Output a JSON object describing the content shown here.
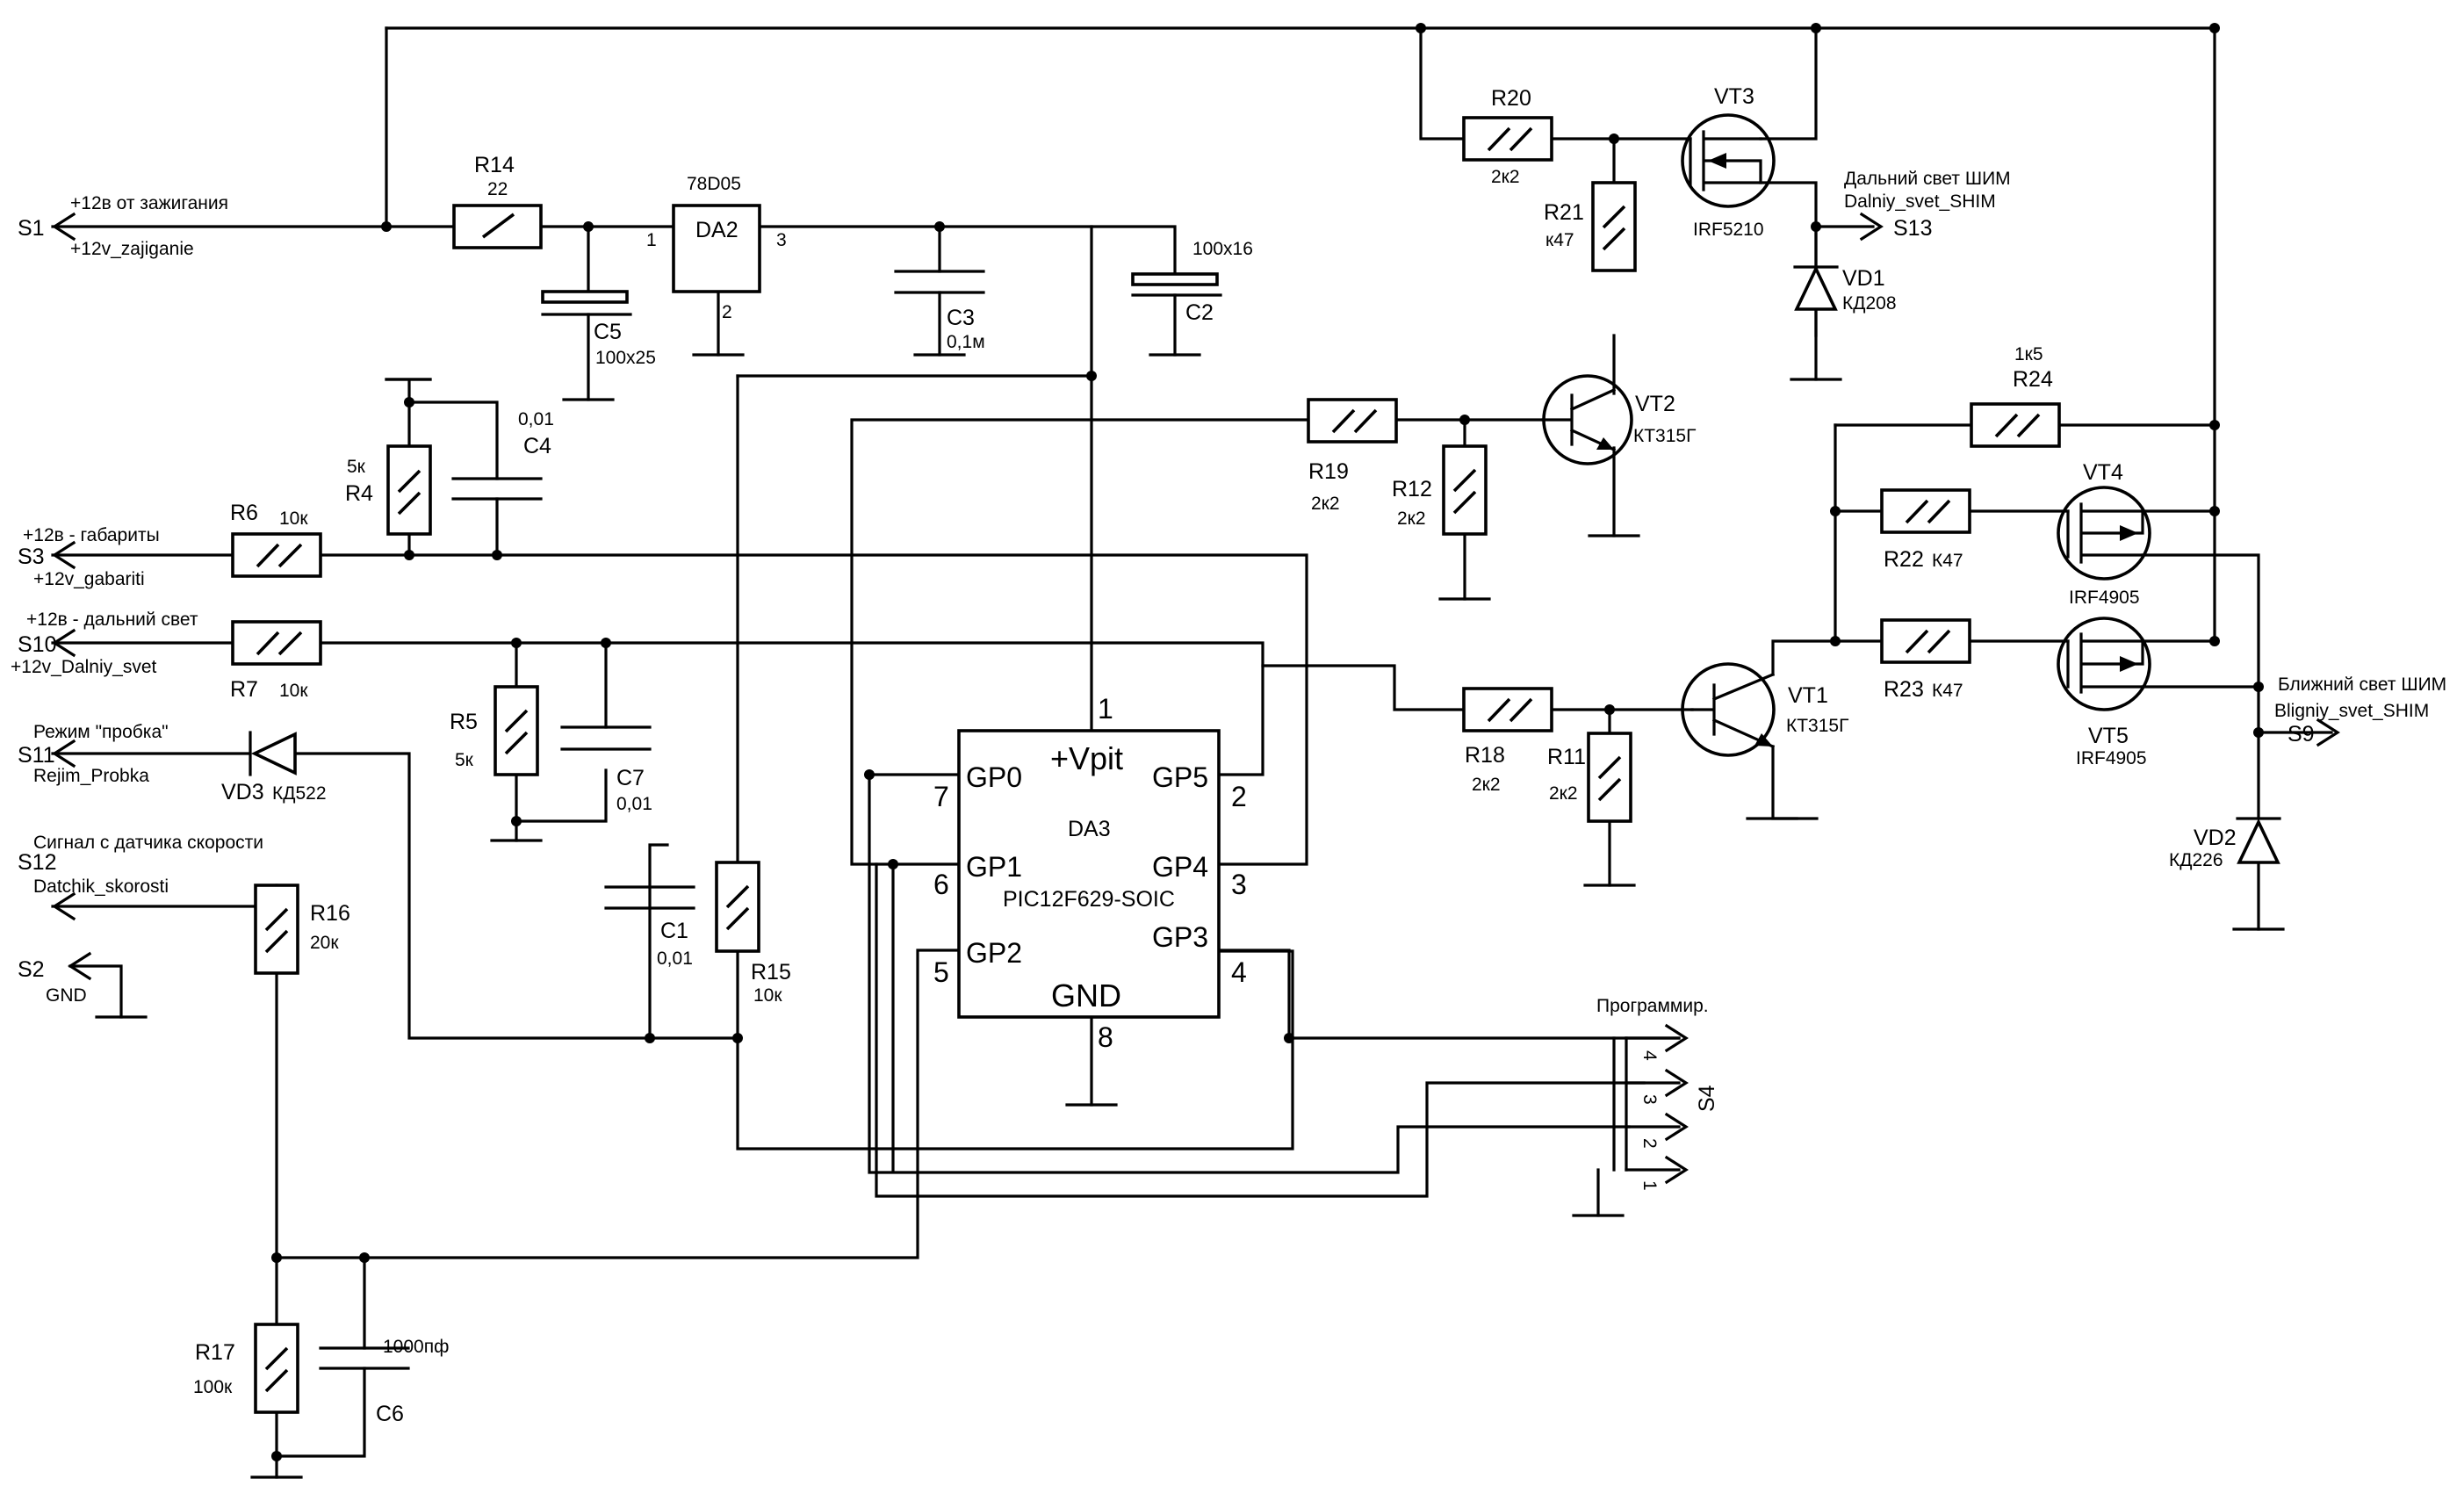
{
  "connectors": {
    "s1": {
      "name": "S1",
      "line1": "+12в от зажигания",
      "line2": "+12v_zajiganie"
    },
    "s3": {
      "name": "S3",
      "line1": "+12в - габариты",
      "line2": "+12v_gabariti"
    },
    "s10": {
      "name": "S10",
      "line1": "+12в - дальний свет",
      "line2": "+12v_Dalniy_svet"
    },
    "s11": {
      "name": "S11",
      "line1": "Режим \"пробка\"",
      "line2": "Rejim_Probka"
    },
    "s12": {
      "name": "S12",
      "line1": "Сигнал с датчика скорости",
      "line2": "Datchik_skorosti"
    },
    "s2": {
      "name": "S2",
      "line1": "GND"
    },
    "s13": {
      "name": "S13",
      "line1": "Дальний свет ШИМ",
      "line2": "Dalniy_svet_SHIM"
    },
    "s9": {
      "name": "S9",
      "line1": "Ближний свет ШИМ",
      "line2": "Bligniy_svet_SHIM"
    },
    "s4": {
      "name": "S4",
      "title": "Программир.",
      "pins": [
        "4",
        "3",
        "2",
        "1"
      ]
    }
  },
  "resistors": {
    "r14": {
      "ref": "R14",
      "value": "22"
    },
    "r4": {
      "ref": "R4",
      "value": "5к"
    },
    "r6": {
      "ref": "R6",
      "value": "10к"
    },
    "r7": {
      "ref": "R7",
      "value": "10к"
    },
    "r5": {
      "ref": "R5",
      "value": "5к"
    },
    "r15": {
      "ref": "R15",
      "value": "10к"
    },
    "r16": {
      "ref": "R16",
      "value": "20к"
    },
    "r17": {
      "ref": "R17",
      "value": "100к"
    },
    "r19": {
      "ref": "R19",
      "value": "2к2"
    },
    "r12": {
      "ref": "R12",
      "value": "2к2"
    },
    "r20": {
      "ref": "R20",
      "value": "2к2"
    },
    "r21": {
      "ref": "R21",
      "value": "к47"
    },
    "r18": {
      "ref": "R18",
      "value": "2к2"
    },
    "r11": {
      "ref": "R11",
      "value": "2к2"
    },
    "r24": {
      "ref": "R24",
      "value": "1к5"
    },
    "r22": {
      "ref": "R22",
      "value": "К47"
    },
    "r23": {
      "ref": "R23",
      "value": "К47"
    }
  },
  "capacitors": {
    "c5": {
      "ref": "C5",
      "value": "100х25"
    },
    "c3": {
      "ref": "C3",
      "value": "0,1м"
    },
    "c2": {
      "ref": "C2",
      "value": "100х16"
    },
    "c4": {
      "ref": "C4",
      "value": "0,01"
    },
    "c7": {
      "ref": "C7",
      "value": "0,01"
    },
    "c1": {
      "ref": "C1",
      "value": "0,01"
    },
    "c6": {
      "ref": "C6",
      "value": "1000пф"
    }
  },
  "diodes": {
    "vd3": {
      "ref": "VD3",
      "value": "КД522"
    },
    "vd1": {
      "ref": "VD1",
      "value": "КД208"
    },
    "vd2": {
      "ref": "VD2",
      "value": "КД226"
    }
  },
  "transistors": {
    "vt1": {
      "ref": "VT1",
      "value": "КТ315Г"
    },
    "vt2": {
      "ref": "VT2",
      "value": "КТ315Г"
    },
    "vt3": {
      "ref": "VT3",
      "value": "IRF5210"
    },
    "vt4": {
      "ref": "VT4",
      "value": "IRF4905"
    },
    "vt5": {
      "ref": "VT5",
      "value": "IRF4905"
    }
  },
  "regulator": {
    "ref": "DA2",
    "value": "78D05",
    "pin_in": "1",
    "pin_gnd": "2",
    "pin_out": "3"
  },
  "mcu": {
    "ref": "DA3",
    "value": "PIC12F629-SOIC",
    "pins": {
      "vpit": {
        "label": "+Vpit",
        "num": "1"
      },
      "gp5": {
        "label": "GP5",
        "num": "2"
      },
      "gp4": {
        "label": "GP4",
        "num": "3"
      },
      "gp3": {
        "label": "GP3",
        "num": "4"
      },
      "gp2": {
        "label": "GP2",
        "num": "5"
      },
      "gp1": {
        "label": "GP1",
        "num": "6"
      },
      "gp0": {
        "label": "GP0",
        "num": "7"
      },
      "gnd": {
        "label": "GND",
        "num": "8"
      }
    }
  }
}
